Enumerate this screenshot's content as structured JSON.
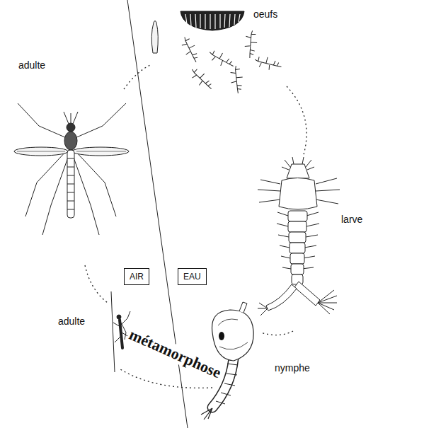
{
  "diagram": {
    "nodes": [
      {
        "text": [
          "AIR"
        ]
      },
      {
        "text": [
          "EAU"
        ]
      }
    ],
    "labels": [
      "oeufs",
      "adulte",
      "larve",
      "adulte",
      "métamorphose",
      "nymphe"
    ]
  }
}
